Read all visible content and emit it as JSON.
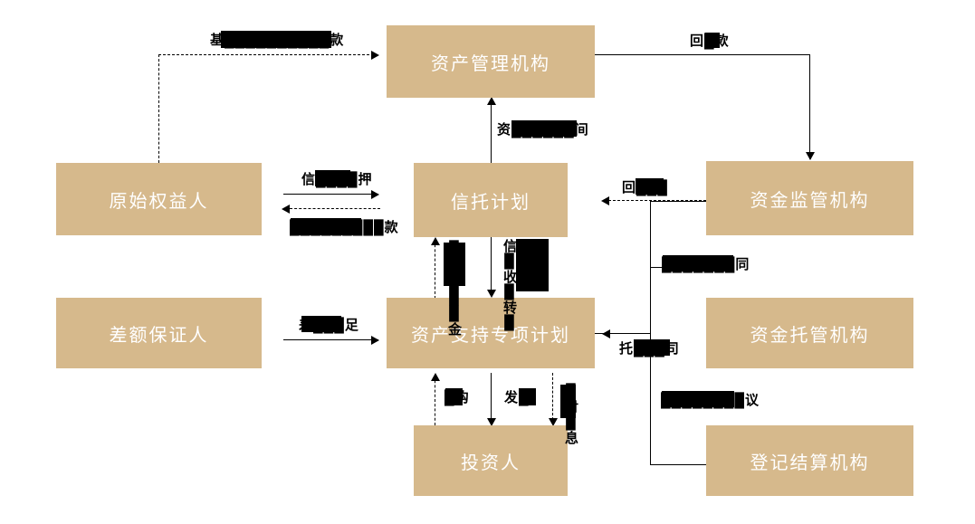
{
  "diagram": {
    "type": "flow-diagram",
    "title": "",
    "palette": {
      "node_fill": "#d6b98c",
      "node_text": "#ffffff",
      "line": "#000000",
      "background": "#ffffff",
      "redaction": "#000000"
    },
    "nodes": [
      {
        "id": "asset-manager",
        "label": "资产管理机构"
      },
      {
        "id": "originator",
        "label": "原始权益人"
      },
      {
        "id": "trust-plan",
        "label": "信托计划"
      },
      {
        "id": "fund-supervisor",
        "label": "资金监管机构"
      },
      {
        "id": "difference-guarantor",
        "label": "差额保证人"
      },
      {
        "id": "abs-special-plan",
        "label": "资产支持专项计划"
      },
      {
        "id": "fund-custodian",
        "label": "资金托管机构"
      },
      {
        "id": "investor",
        "label": "投资人"
      },
      {
        "id": "registration-settlement",
        "label": "登记结算机构"
      }
    ],
    "labels": {
      "top_left": "基██████████款",
      "top_right": "回█款",
      "under_top": "资██████间",
      "originator_upper": "信████押",
      "originator_lower": "█████████款",
      "guarantor": "差███足",
      "mid_left": "█████金",
      "mid_right": "信█收█转█",
      "bottom_left": "█购",
      "bottom_mid": "发█",
      "bottom_right": "█付█息",
      "right_upper": "回███",
      "right_custody": "███████同",
      "right_trust": "托███司",
      "right_settle": "████████议"
    }
  }
}
